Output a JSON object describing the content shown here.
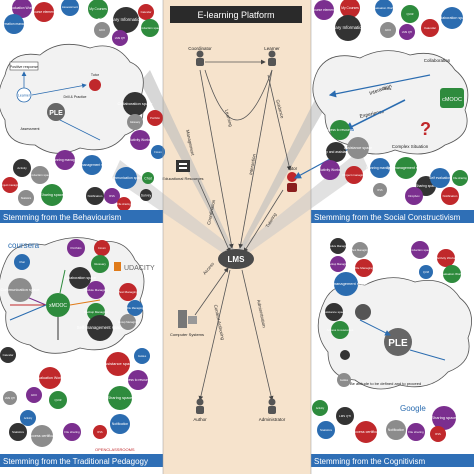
{
  "center": {
    "title": "E-learning Platform",
    "lms": "LMS",
    "actors": {
      "coordinator": "Coordinator",
      "learner": "Learner",
      "tutor": "Tutor",
      "educational_resources": "Educational Resources",
      "computer_systems": "Computer Systems",
      "author": "Author",
      "administrator": "Administrator"
    },
    "arrow_labels": [
      "Coordination",
      "Interaction",
      "Learning",
      "Guidance",
      "Tutoring",
      "Content Authoring",
      "Administration",
      "Access",
      "Management"
    ]
  },
  "panels": {
    "behaviourism": {
      "banner": "Stemming from the Behaviourism",
      "ple": "PLE",
      "cloud_labels": [
        "Positive response",
        "Learner",
        "Tutor",
        "Drill & Practice",
        "Assessment"
      ],
      "side_labels": [
        "Communication space",
        "Chat",
        "Survey"
      ],
      "bubbles": [
        "Evaluation Works",
        "Course elements",
        "Assessment",
        "My Courses",
        "Disciplinary Information space",
        "AICC",
        "LMS QTI",
        "Calendar",
        "Information managing",
        "Production space",
        "Collaboration space",
        "Glossary",
        "Activity Works",
        "Portfolio",
        "Forum",
        "QUIZ",
        "Activity",
        "Production space",
        "Planning managing",
        "Project managing",
        "Self-management space",
        "Sharing space",
        "Notification",
        "Statistics",
        "RSS",
        "File sharing"
      ]
    },
    "social": {
      "banner": "Stemming from the Social Constructivism",
      "labels": [
        "Interaction",
        "Experience",
        "Skills",
        "Complex Situation",
        "cMOOC",
        "Collaboration"
      ],
      "bubbles": [
        "Course elements",
        "My Courses",
        "Evaluation Works",
        "QUIZ",
        "Disciplinary Information space",
        "AICC",
        "LMS QTI",
        "Calendar",
        "Collaboration space",
        "Access to resources",
        "Help and assistance",
        "Assistance space",
        "Activity Works",
        "Project managing",
        "Planning managing",
        "Self-management space",
        "Sharing space",
        "RSS",
        "Dropbox",
        "Notification",
        "Self evaluation",
        "File sharing"
      ]
    },
    "traditional": {
      "banner": "Stemming from the Traditional Pedagogy",
      "brand_udacity": "UDACITY",
      "brand_coursera": "coursera",
      "brand_open": "OPENCLASSROOMS",
      "xmooc": "xMOOC",
      "bubbles": [
        "Portfolio",
        "Forum",
        "Chat",
        "Glossary",
        "Collaboration space",
        "Communication space",
        "Module Managing",
        "Test Managing",
        "File Managing",
        "Backup Managing",
        "Self-management space",
        "Group Managing",
        "Access to resources",
        "Assistance space",
        "Guides",
        "Sharing space",
        "Calendar",
        "LMS QTI",
        "AICC",
        "Evaluation Works",
        "Activity",
        "QUIZ",
        "Statistics",
        "Success certificate",
        "File sharing",
        "RSS",
        "Notification"
      ]
    },
    "cognitive": {
      "banner": "Stemming from the Cognitivism",
      "ple": "PLE",
      "labels": [
        "Be attitude to be defined and to proceed"
      ],
      "brand_google": "Google",
      "bubbles": [
        "Production space",
        "Activity Works",
        "QUIZ",
        "Evaluation Works",
        "Module Managing",
        "Test Managing",
        "Backup Managing",
        "File Managing",
        "Self-management space",
        "Access to resources",
        "Assistance space",
        "Guides",
        "Sharing space",
        "Success certificate",
        "Statistics",
        "Activity",
        "LMS QTI",
        "Notification",
        "File sharing",
        "RSS"
      ]
    }
  },
  "colors": {
    "center_bg": "#f6e3cc",
    "lms": "#4a4a4a",
    "banner": "#2f6fb6",
    "cloud": "#f2f2f2",
    "purple": "#7b2f8f",
    "red": "#c0282b",
    "blue": "#2b6cb0",
    "green": "#2e8b3d",
    "dark": "#333333",
    "grey": "#8c8c8c"
  }
}
